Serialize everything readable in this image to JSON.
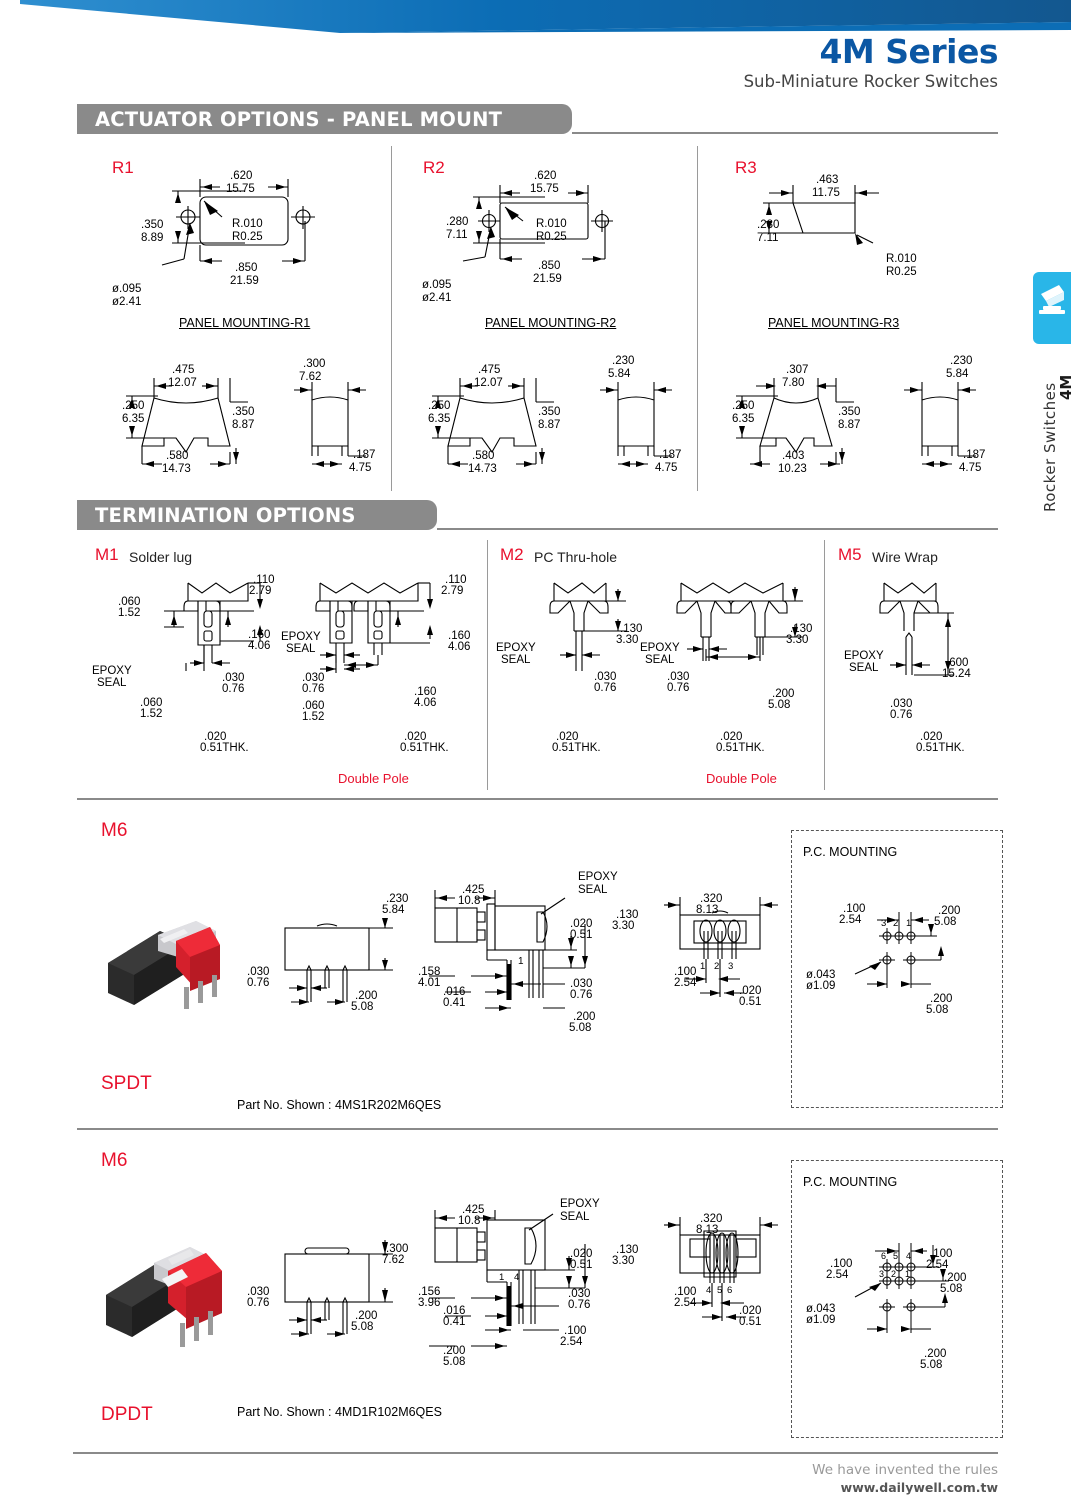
{
  "header": {
    "series_title": "4M Series",
    "series_subtitle": "Sub-Miniature Rocker Switches",
    "banner_color": "#0c6db5",
    "title_color": "#0b57a4"
  },
  "side_tab": {
    "icon_name": "rocker-switch-icon",
    "icon_color": "#29b6e8",
    "code": "4M",
    "label": "Rocker  Switches"
  },
  "sections": {
    "actuator": {
      "title": "ACTUATOR  OPTIONS - PANEL MOUNT"
    },
    "termination": {
      "title": "TERMINATION OPTIONS"
    }
  },
  "actuator_options": [
    {
      "code": "R1",
      "caption": "PANEL MOUNTING-R1",
      "panel": {
        "width_in": ".620",
        "width_mm": "15.75",
        "height_in": ".350",
        "height_mm": "8.89",
        "span_in": ".850",
        "span_mm": "21.59",
        "radius_in": "R.010",
        "radius_mm": "R0.25",
        "hole_in": "ø.095",
        "hole_mm": "ø2.41"
      },
      "front": {
        "top_in": ".475",
        "top_mm": "12.07",
        "left_in": ".250",
        "left_mm": "6.35",
        "right_in": ".350",
        "right_mm": "8.87",
        "bottom_in": ".580",
        "bottom_mm": "14.73"
      },
      "side": {
        "width_in": ".300",
        "width_mm": "7.62",
        "pin_in": ".187",
        "pin_mm": "4.75"
      }
    },
    {
      "code": "R2",
      "caption": "PANEL MOUNTING-R2",
      "panel": {
        "width_in": ".620",
        "width_mm": "15.75",
        "height_in": ".280",
        "height_mm": "7.11",
        "span_in": ".850",
        "span_mm": "21.59",
        "radius_in": "R.010",
        "radius_mm": "R0.25",
        "hole_in": "ø.095",
        "hole_mm": "ø2.41"
      },
      "front": {
        "top_in": ".475",
        "top_mm": "12.07",
        "left_in": ".250",
        "left_mm": "6.35",
        "right_in": ".350",
        "right_mm": "8.87",
        "bottom_in": ".580",
        "bottom_mm": "14.73"
      },
      "side": {
        "width_in": ".230",
        "width_mm": "5.84",
        "pin_in": ".187",
        "pin_mm": "4.75"
      }
    },
    {
      "code": "R3",
      "caption": "PANEL MOUNTING-R3",
      "panel": {
        "width_in": ".463",
        "width_mm": "11.75",
        "height_in": ".280",
        "height_mm": "7.11",
        "radius_in": "R.010",
        "radius_mm": "R0.25"
      },
      "front": {
        "top_in": ".307",
        "top_mm": "7.80",
        "left_in": ".250",
        "left_mm": "6.35",
        "right_in": ".350",
        "right_mm": "8.87",
        "bottom_in": ".403",
        "bottom_mm": "10.23"
      },
      "side": {
        "width_in": ".230",
        "width_mm": "5.84",
        "pin_in": ".187",
        "pin_mm": "4.75"
      }
    }
  ],
  "termination_options": [
    {
      "code": "M1",
      "name": "Solder lug",
      "double_pole_label": "Double Pole",
      "epoxy_label_1": "EPOXY",
      "epoxy_label_2": "SEAL",
      "single": {
        "a_in": ".110",
        "a_mm": "2.79",
        "b_in": ".060",
        "b_mm": "1.52",
        "c_in": ".160",
        "c_mm": "4.06",
        "d_in": ".030",
        "d_mm": "0.76",
        "e_in": ".060",
        "e_mm": "1.52",
        "thk_in": ".020",
        "thk_mm": "0.51THK."
      },
      "double": {
        "a_in": ".110",
        "a_mm": "2.79",
        "c_in": ".160",
        "c_mm": "4.06",
        "d_in": ".030",
        "d_mm": "0.76",
        "e_in": ".060",
        "e_mm": "1.52",
        "f_in": ".160",
        "f_mm": "4.06",
        "thk_in": ".020",
        "thk_mm": "0.51THK."
      }
    },
    {
      "code": "M2",
      "name": "PC Thru-hole",
      "double_pole_label": "Double Pole",
      "epoxy_label_1": "EPOXY",
      "epoxy_label_2": "SEAL",
      "single": {
        "a_in": ".130",
        "a_mm": "3.30",
        "d_in": ".030",
        "d_mm": "0.76",
        "thk_in": ".020",
        "thk_mm": "0.51THK."
      },
      "double": {
        "a_in": ".130",
        "a_mm": "3.30",
        "d_in": ".030",
        "d_mm": "0.76",
        "f_in": ".200",
        "f_mm": "5.08",
        "thk_in": ".020",
        "thk_mm": "0.51THK."
      }
    },
    {
      "code": "M5",
      "name": "Wire Wrap",
      "epoxy_label_1": "EPOXY",
      "epoxy_label_2": "SEAL",
      "single": {
        "len_in": ".600",
        "len_mm": "15.24",
        "d_in": ".030",
        "d_mm": "0.76",
        "thk_in": ".020",
        "thk_mm": "0.51THK."
      }
    }
  ],
  "m6_blocks": [
    {
      "code": "M6",
      "pole_label": "SPDT",
      "part_no": "Part No. Shown : 4MS1R202M6QES",
      "epoxy_label_1": "EPOXY",
      "epoxy_label_2": "SEAL",
      "front": {
        "height_in": ".230",
        "height_mm": "5.84",
        "pin_w_in": ".030",
        "pin_w_mm": "0.76",
        "pitch_in": ".200",
        "pitch_mm": "5.08"
      },
      "side": {
        "body_in": ".425",
        "body_mm": "10.8",
        "off_in": ".158",
        "off_mm": "4.01",
        "thk_in": ".016",
        "thk_mm": "0.41",
        "pitch_in": ".200",
        "pitch_mm": "5.08",
        "seal_in": ".020",
        "seal_mm": "0.51",
        "h_in": ".130",
        "h_mm": "3.30",
        "pin_in": ".030",
        "pin_mm": "0.76",
        "pin_label_1": "1"
      },
      "bottom": {
        "width_in": ".320",
        "width_mm": "8.13",
        "pitch_in": ".100",
        "pitch_mm": "2.54",
        "thk_in": ".020",
        "thk_mm": "0.51",
        "pins": [
          "1",
          "2",
          "3"
        ]
      },
      "pc_mounting": {
        "title": "P.C. MOUNTING",
        "pitch_in": ".100",
        "pitch_mm": "2.54",
        "row_in": ".200",
        "row_mm": "5.08",
        "row2_in": ".200",
        "row2_mm": "5.08",
        "hole_in": "ø.043",
        "hole_mm": "ø1.09",
        "pin_labels": [
          "3",
          "2",
          "1"
        ]
      }
    },
    {
      "code": "M6",
      "pole_label": "DPDT",
      "part_no": "Part No. Shown : 4MD1R102M6QES",
      "epoxy_label_1": "EPOXY",
      "epoxy_label_2": "SEAL",
      "front": {
        "height_in": ".300",
        "height_mm": "7.62",
        "pin_w_in": ".030",
        "pin_w_mm": "0.76",
        "pitch_in": ".200",
        "pitch_mm": "5.08"
      },
      "side": {
        "body_in": ".425",
        "body_mm": "10.8",
        "off_in": ".156",
        "off_mm": "3.96",
        "thk_in": ".016",
        "thk_mm": "0.41",
        "pitch_in": ".200",
        "pitch_mm": "5.08",
        "seal_in": ".020",
        "seal_mm": "0.51",
        "h_in": ".130",
        "h_mm": "3.30",
        "pin_in": ".030",
        "pin_mm": "0.76",
        "pitch2_in": ".100",
        "pitch2_mm": "2.54",
        "pin_label_1": "1",
        "pin_label_4": "4"
      },
      "bottom": {
        "width_in": ".320",
        "width_mm": "8.13",
        "pitch_in": ".100",
        "pitch_mm": "2.54",
        "thk_in": ".020",
        "thk_mm": "0.51",
        "pins": [
          "4",
          "5",
          "6"
        ]
      },
      "pc_mounting": {
        "title": "P.C. MOUNTING",
        "pitch_in": ".100",
        "pitch_mm": "2.54",
        "pitch2_in": ".100",
        "pitch2_mm": "2.54",
        "row_in": ".200",
        "row_mm": "5.08",
        "row2_in": ".200",
        "row2_mm": "5.08",
        "hole_in": "ø.043",
        "hole_mm": "ø1.09",
        "pin_labels_top": [
          "6",
          "5",
          "4"
        ],
        "pin_labels_bot": [
          "3",
          "2",
          "1"
        ]
      }
    }
  ],
  "footer": {
    "slogan": "We have invented the rules",
    "url": "www.dailywell.com.tw"
  }
}
